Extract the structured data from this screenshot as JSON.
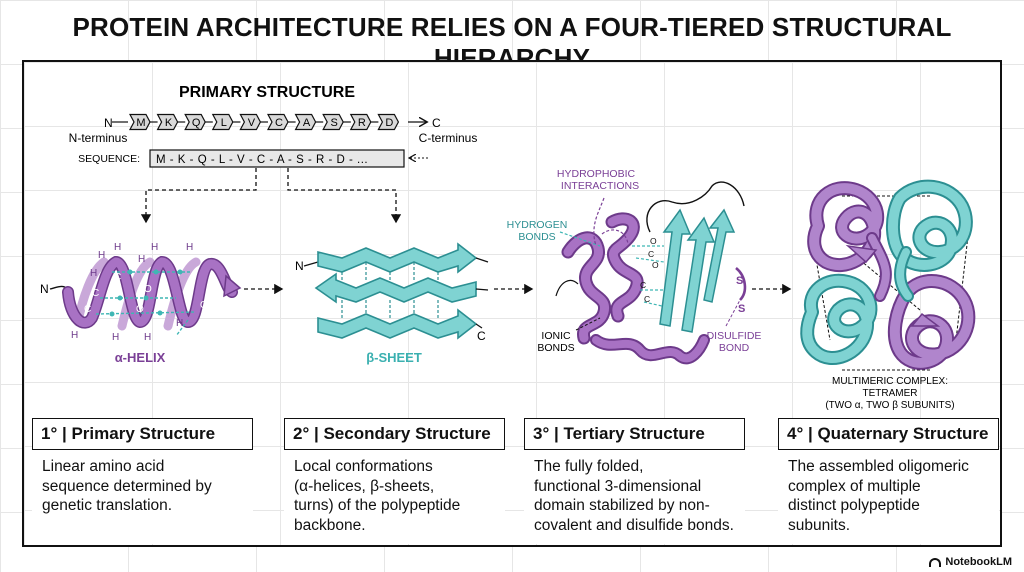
{
  "title": "PROTEIN ARCHITECTURE RELIES ON A FOUR-TIERED STRUCTURAL HIERARCHY",
  "primary": {
    "heading": "PRIMARY STRUCTURE",
    "n_label": "N",
    "c_label": "C",
    "n_terminus": "N-terminus",
    "c_terminus": "C-terminus",
    "residues": [
      "M",
      "K",
      "Q",
      "L",
      "V",
      "C",
      "A",
      "S",
      "R",
      "D"
    ],
    "sequence_label": "SEQUENCE:",
    "sequence_text": "M - K - Q - L - V - C - A - S - R - D - ..."
  },
  "secondary": {
    "helix_label": "α-HELIX",
    "sheet_label": "β-SHEET",
    "helix_n": "N",
    "sheet_n": "N",
    "sheet_c": "C",
    "helix_h": "H",
    "helix_c": "C",
    "helix_o": "O"
  },
  "tertiary": {
    "hydrophobic": [
      "HYDROPHOBIC",
      "INTERACTIONS"
    ],
    "hydrogen": [
      "HYDROGEN",
      "BONDS"
    ],
    "ionic": [
      "IONIC",
      "BONDS"
    ],
    "disulfide": [
      "DISULFIDE",
      "BOND"
    ],
    "s1": "S",
    "s2": "S"
  },
  "quaternary": {
    "caption": [
      "MULTIMERIC COMPLEX:",
      "TETRAMER",
      "(TWO α, TWO β SUBUNITS)"
    ]
  },
  "panels": [
    {
      "heading": "1° | Primary Structure",
      "lines": [
        "Linear amino acid",
        "sequence determined by",
        "genetic translation."
      ]
    },
    {
      "heading": "2° | Secondary Structure",
      "lines": [
        "Local conformations",
        "(α-helices, β-sheets,",
        "turns) of the polypeptide",
        "backbone."
      ]
    },
    {
      "heading": "3° | Tertiary Structure",
      "lines": [
        "The fully folded,",
        "functional 3-dimensional",
        "domain stabilized by non-",
        "covalent and disulfide bonds."
      ]
    },
    {
      "heading": "4° | Quaternary Structure",
      "lines": [
        "The assembled oligomeric",
        "complex of multiple",
        "distinct polypeptide",
        "subunits."
      ]
    }
  ],
  "footer": "NotebookLM",
  "colors": {
    "purple": "#9b62b8",
    "purple_dark": "#6d3a8a",
    "teal": "#6cc9c9",
    "teal_dark": "#2c8f92"
  }
}
